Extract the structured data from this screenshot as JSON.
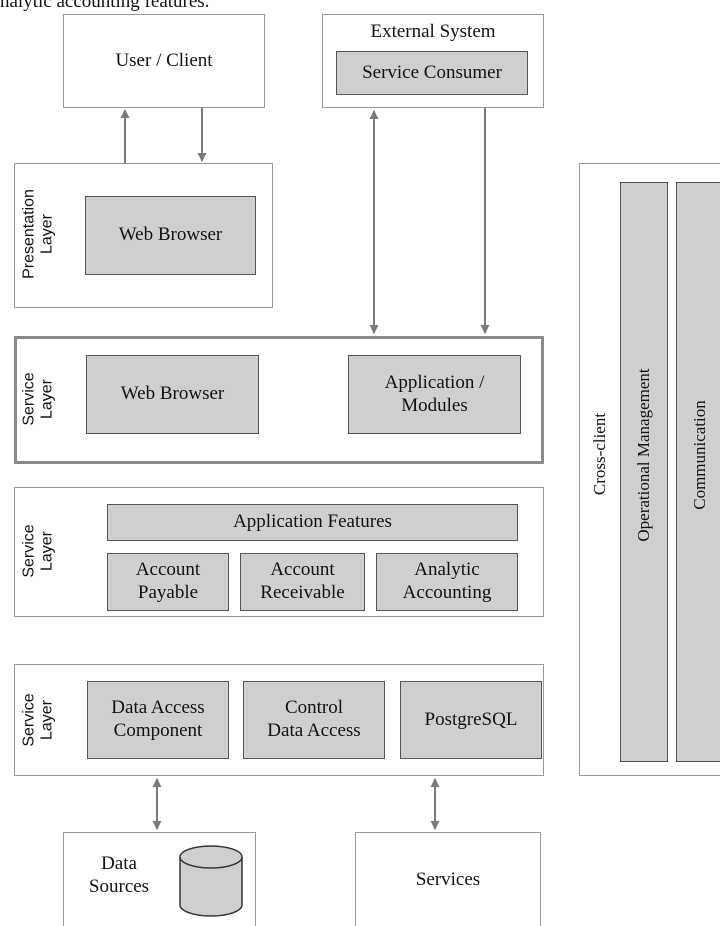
{
  "top_fragment": "nalytic accounting features.",
  "user_client": {
    "label": "User / Client"
  },
  "external_system": {
    "title": "External System",
    "consumer": "Service Consumer"
  },
  "presentation_layer": {
    "label": "Presentation\nLayer",
    "browser": "Web Browser"
  },
  "service_layer_1": {
    "label": "Service\nLayer",
    "browser": "Web Browser",
    "modules": "Application /\nModules"
  },
  "service_layer_2": {
    "label": "Service\nLayer",
    "features_title": "Application Features",
    "features": [
      "Account\nPayable",
      "Account\nReceivable",
      "Analytic\nAccounting"
    ]
  },
  "service_layer_3": {
    "label": "Service\nLayer",
    "components": [
      "Data Access\nComponent",
      "Control\nData Access",
      "PostgreSQL"
    ]
  },
  "data_sources": {
    "label": "Data\nSources"
  },
  "services": {
    "label": "Services"
  },
  "cross_client": {
    "label": "Cross-client",
    "columns": [
      "Operational Management",
      "Communication"
    ]
  },
  "colors": {
    "box_fill": "#cfcfcf",
    "border": "#999999",
    "arrow": "#7a7a7a"
  }
}
